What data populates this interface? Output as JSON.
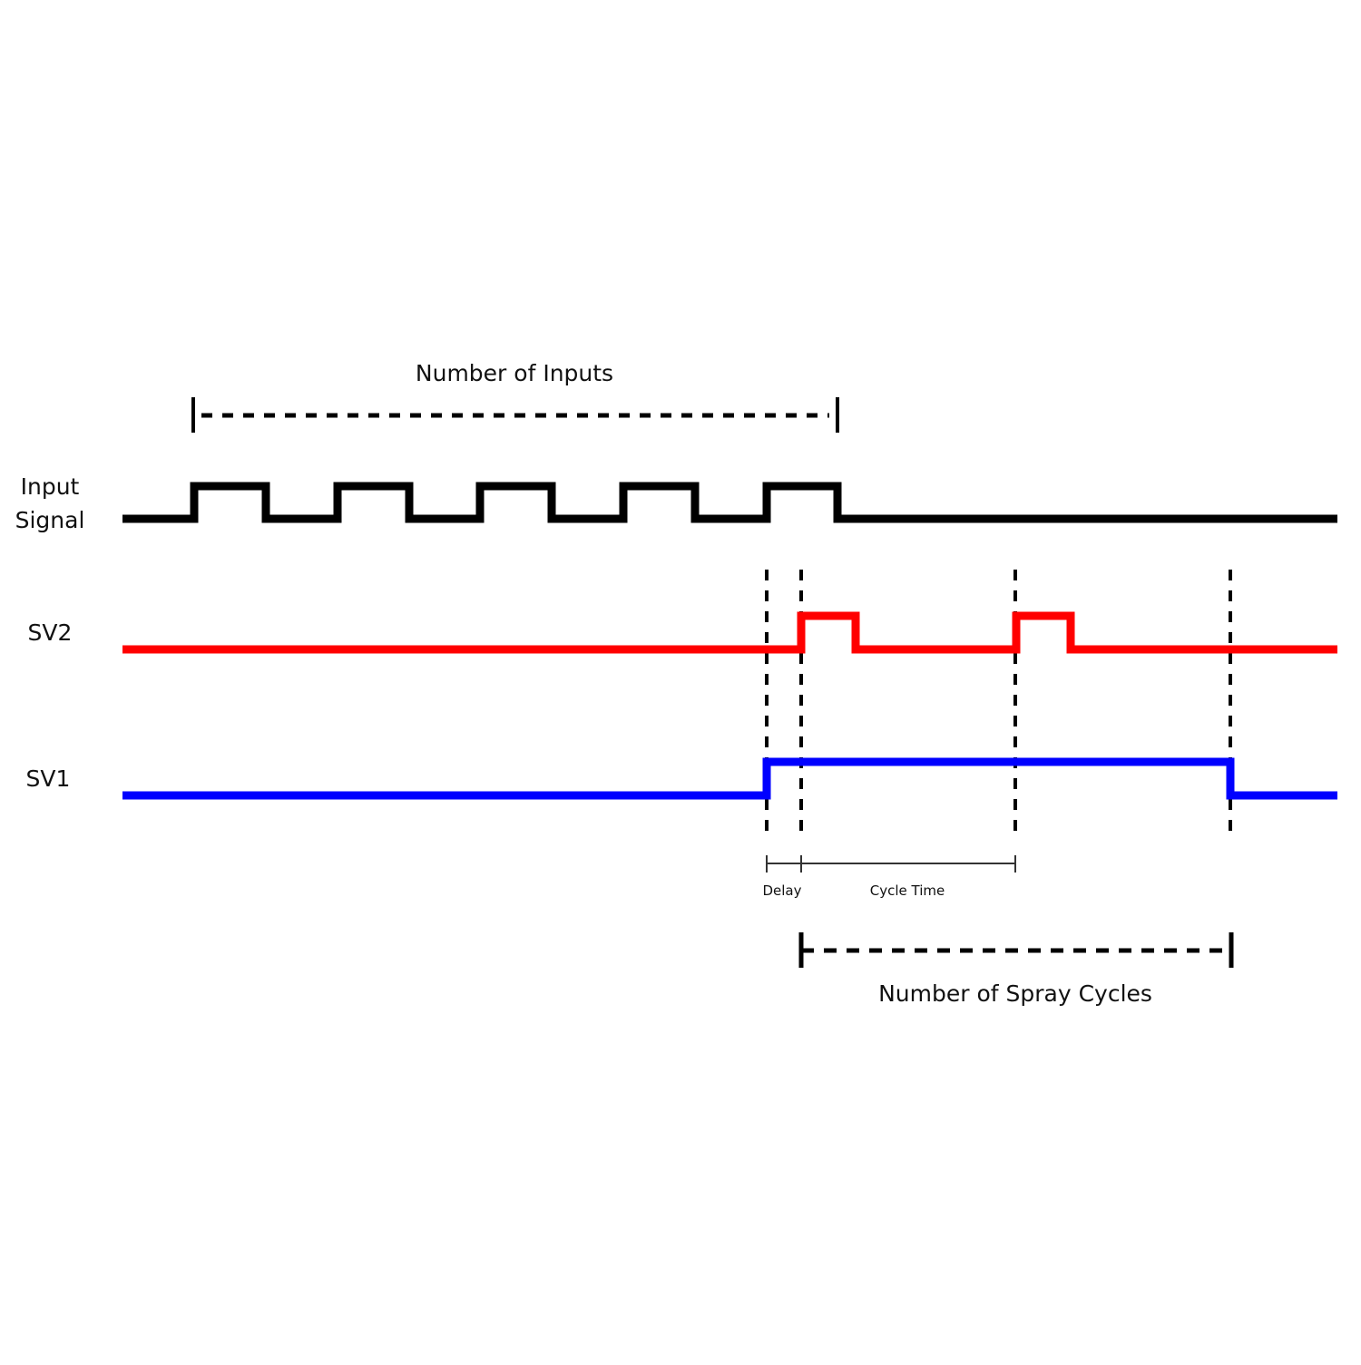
{
  "title_inputs": "Number of Inputs",
  "title_spray": "Number of Spray Cycles",
  "labels": {
    "input_line1": "Input",
    "input_line2": "Signal",
    "sv2": "SV2",
    "sv1": "SV1",
    "delay": "Delay",
    "cycle_time": "Cycle Time"
  },
  "colors": {
    "input": "#000000",
    "sv2": "#ff0000",
    "sv1": "#0000ff"
  }
}
